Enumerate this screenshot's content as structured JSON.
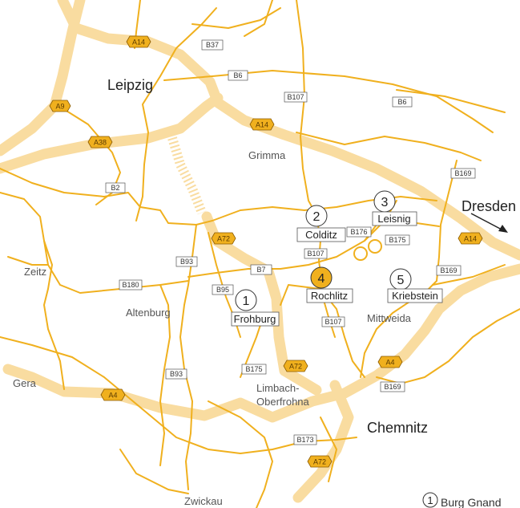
{
  "colors": {
    "motorway": "#f9dca0",
    "road": "#f0b01e",
    "autobahn_shield": "#f0b01e",
    "poi_highlight": "#f0b01e"
  },
  "cities": {
    "leipzig": "Leipzig",
    "dresden": "Dresden",
    "chemnitz": "Chemnitz",
    "grimma": "Grimma",
    "zeitz": "Zeitz",
    "altenburg": "Altenburg",
    "mittweida": "Mittweida",
    "gera": "Gera",
    "limbach": "Limbach-",
    "oberfrohna": "Oberfrohna",
    "zwickau": "Zwickau"
  },
  "autobahn_labels": {
    "a14_top": "A14",
    "a9": "A9",
    "a38": "A38",
    "a14_mid": "A14",
    "a72_mid": "A72",
    "a14_east": "A14",
    "a72_south": "A72",
    "a4_west": "A4",
    "a4_east": "A4",
    "a72_bottom": "A72"
  },
  "road_labels": {
    "b37": "B37",
    "b6_west": "B6",
    "b107_north": "B107",
    "b6_east": "B6",
    "b2": "B2",
    "b169_north": "B169",
    "b176": "B176",
    "b175_east": "B175",
    "b107_mid": "B107",
    "b93_north": "B93",
    "b7": "B7",
    "b180": "B180",
    "b95": "B95",
    "b169_mid": "B169",
    "b107_south": "B107",
    "b175_south": "B175",
    "b93_south": "B93",
    "b169_south": "B169",
    "b173": "B173"
  },
  "sights": [
    {
      "number": "1",
      "name": "Frohburg"
    },
    {
      "number": "2",
      "name": "Colditz"
    },
    {
      "number": "3",
      "name": "Leisnig"
    },
    {
      "number": "4",
      "name": "Rochlitz"
    },
    {
      "number": "5",
      "name": "Kriebstein"
    }
  ],
  "legend": {
    "number": "1",
    "text": "Burg Gnand"
  }
}
